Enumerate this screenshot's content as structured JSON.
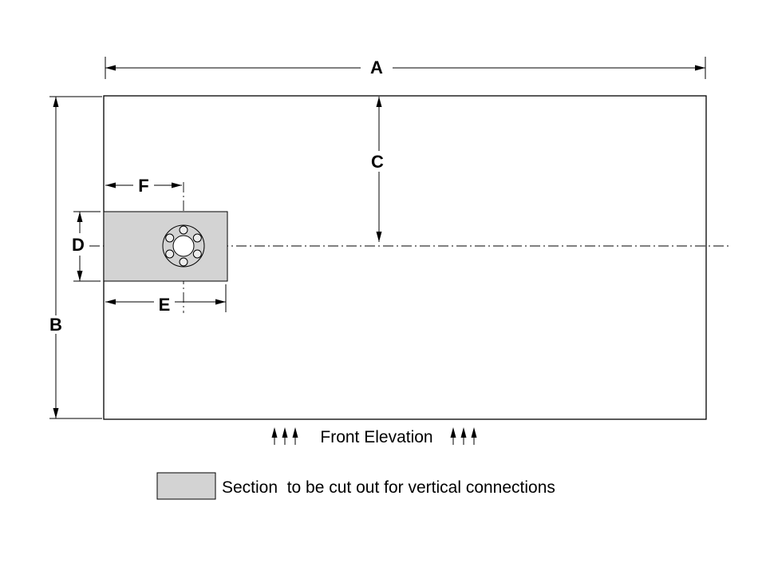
{
  "diagram": {
    "dimension_labels": {
      "a": "A",
      "b": "B",
      "c": "C",
      "d": "D",
      "e": "E",
      "f": "F"
    },
    "caption": "Front Elevation",
    "legend": {
      "text": "Section  to be cut out for vertical connections"
    },
    "colors": {
      "line": "#000000",
      "cutout_fill": "#d3d3d3",
      "background": "#ffffff"
    }
  }
}
